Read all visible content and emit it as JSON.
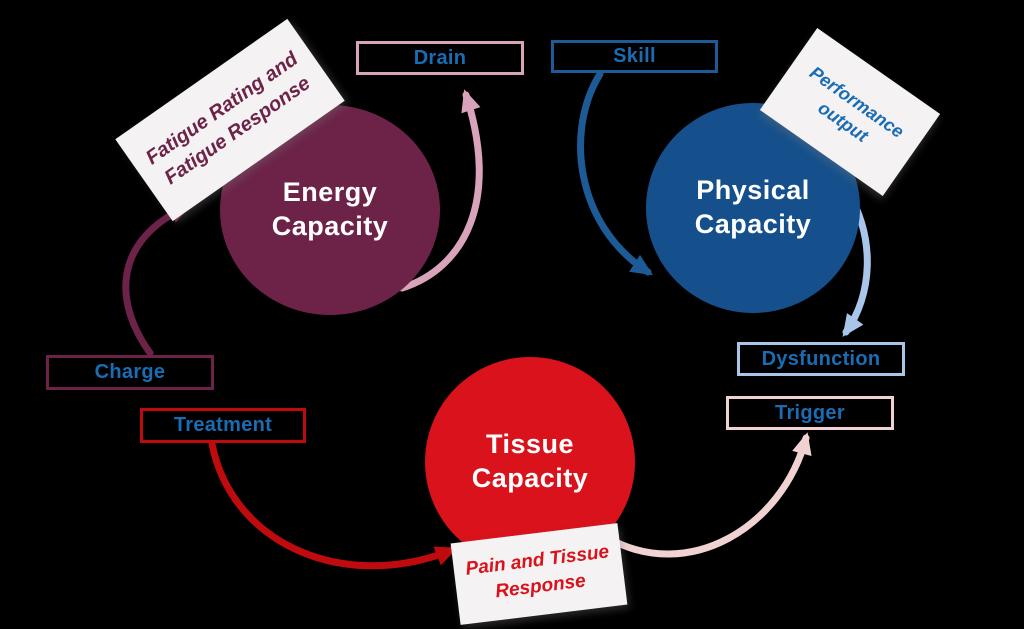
{
  "background": "#000000",
  "nodes": [
    {
      "id": "energy-capacity",
      "line1": "Energy",
      "line2": "Capacity",
      "color": "#6d2348"
    },
    {
      "id": "physical-capacity",
      "line1": "Physical",
      "line2": "Capacity",
      "color": "#15508c"
    },
    {
      "id": "tissue-capacity",
      "line1": "Tissue",
      "line2": "Capacity",
      "color": "#d9121b"
    }
  ],
  "boxes": [
    {
      "id": "drain",
      "label": "Drain",
      "border": "#d9a3bb",
      "text": "#1a6cb3"
    },
    {
      "id": "skill",
      "label": "Skill",
      "border": "#1d5b97",
      "text": "#1a6cb3"
    },
    {
      "id": "charge",
      "label": "Charge",
      "border": "#6d2348",
      "text": "#1a6cb3"
    },
    {
      "id": "treatment",
      "label": "Treatment",
      "border": "#c00b0e",
      "text": "#1a6cb3"
    },
    {
      "id": "dysfunction",
      "label": "Dysfunction",
      "border": "#a9c6ea",
      "text": "#1a6cb3"
    },
    {
      "id": "trigger",
      "label": "Trigger",
      "border": "#f0d2d2",
      "text": "#1a6cb3"
    }
  ],
  "notes": [
    {
      "id": "fatigue",
      "line1": "Fatigue Rating and",
      "line2": "Fatigue Response",
      "text": "#6d2348",
      "bg": "#f4f2f3"
    },
    {
      "id": "performance",
      "line1": "Performance",
      "line2": "output",
      "text": "#1a6cb3",
      "bg": "#f4f2f3"
    },
    {
      "id": "pain",
      "line1": "Pain and Tissue",
      "line2": "Response",
      "text": "#d9121b",
      "bg": "#f4f2f3"
    }
  ],
  "arrows": {
    "drain": {
      "color": "#d9a3bb"
    },
    "charge": {
      "color": "#6d2348"
    },
    "skill": {
      "color": "#1d5b97"
    },
    "dysfunction": {
      "color": "#a9c6ea"
    },
    "trigger": {
      "color": "#f0d2d2"
    },
    "treatment": {
      "color": "#c00b0e"
    }
  }
}
